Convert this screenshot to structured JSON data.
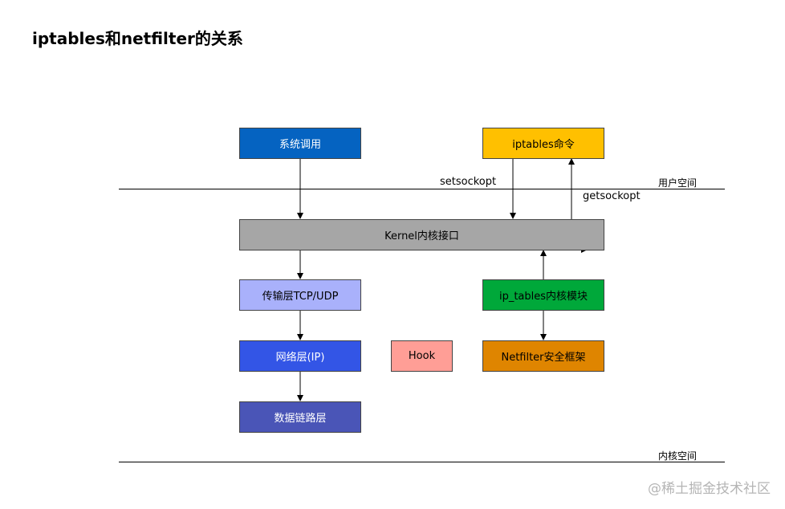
{
  "title": "iptables和netfilter的关系",
  "zones": {
    "user_space": "用户空间",
    "kernel_space": "内核空间"
  },
  "edges": {
    "setsockopt": "setsockopt",
    "getsockopt": "getsockopt"
  },
  "boxes": {
    "syscall": {
      "label": "系统调用",
      "color": "#0563c1"
    },
    "iptables_cmd": {
      "label": "iptables命令",
      "color": "#ffc000"
    },
    "kernel_interface": {
      "label": "Kernel内核接口",
      "color": "#a6a6a6"
    },
    "transport": {
      "label": "传输层TCP/UDP",
      "color": "#a9b1fb"
    },
    "ip_tables_module": {
      "label": "ip_tables内核模块",
      "color": "#00a83a"
    },
    "network": {
      "label": "网络层(IP)",
      "color": "#3355e6"
    },
    "hook": {
      "label": "Hook",
      "color": "#ff9e96"
    },
    "netfilter": {
      "label": "Netfilter安全框架",
      "color": "#df8500"
    },
    "datalink": {
      "label": "数据链路层",
      "color": "#4a55b7"
    }
  },
  "watermark": "@稀土掘金技术社区"
}
